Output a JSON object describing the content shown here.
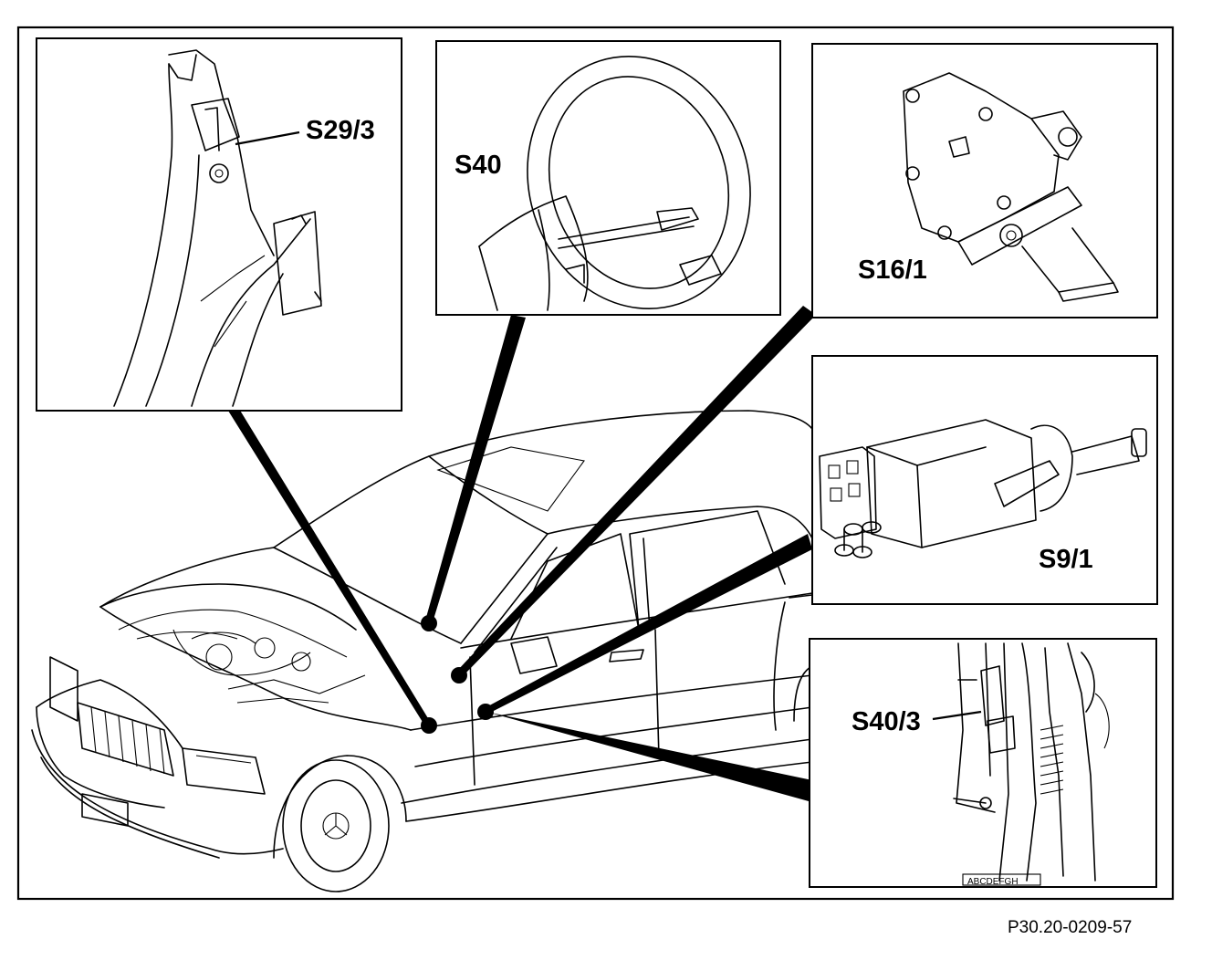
{
  "labels": {
    "s29_3": "S29/3",
    "s40": "S40",
    "s16_1": "S16/1",
    "s9_1": "S9/1",
    "s40_3": "S40/3"
  },
  "reference_code": "P30.20-0209-57",
  "plate_text": "ABCDEFGH"
}
